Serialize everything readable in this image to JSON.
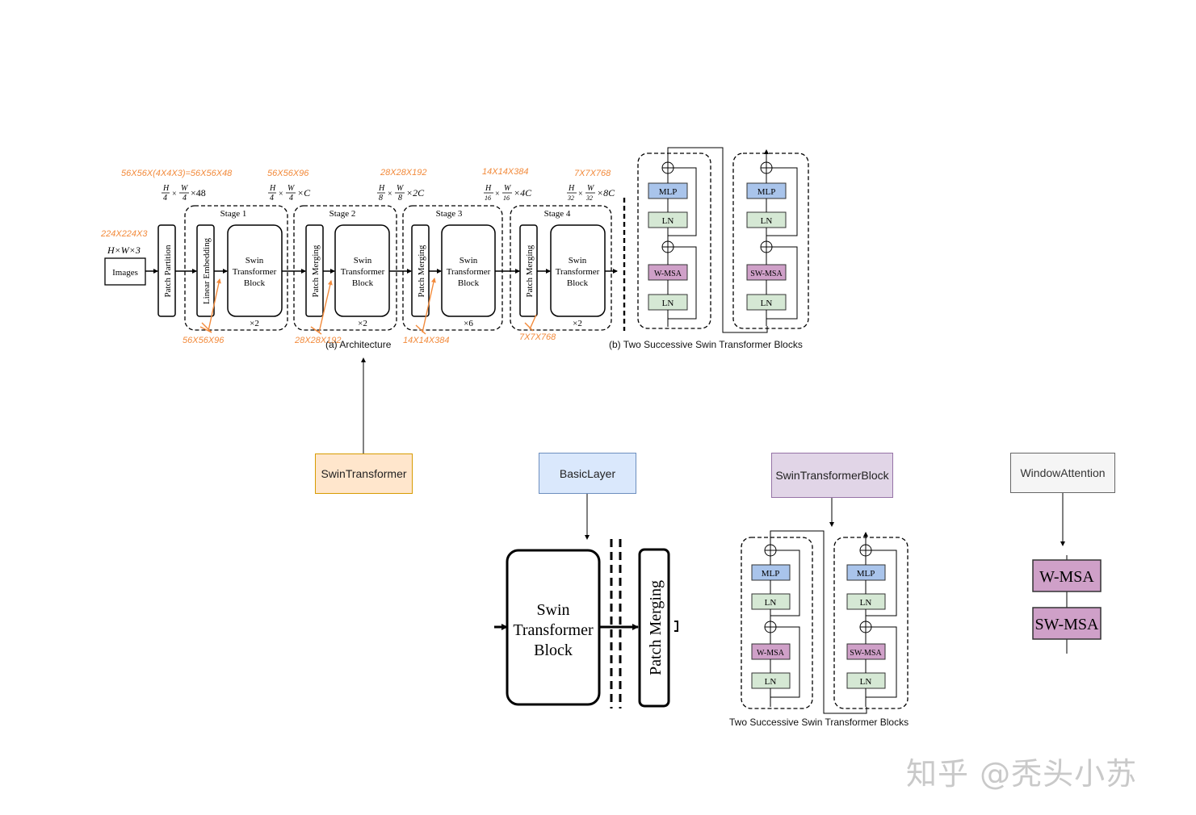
{
  "architecture": {
    "caption": "(a) Architecture",
    "input_shape_orange": "224X224X3",
    "input_shape": "H×W×3",
    "images_label": "Images",
    "patch_partition_label": "Patch Partition",
    "linear_embedding_label": "Linear Embedding",
    "patch_merging_label": "Patch Merging",
    "block_label": [
      "Swin",
      "Transformer",
      "Block"
    ],
    "stages": [
      {
        "name": "Stage 1",
        "repeat": "×2",
        "shape_orange": "56X56X(4X4X3)=56X56X48",
        "shape_top": "56X56X96",
        "shape_bottom": "56X56X96"
      },
      {
        "name": "Stage 2",
        "repeat": "×2",
        "shape_orange": "56X56X96",
        "shape_bottom": "28X28X192"
      },
      {
        "name": "Stage 3",
        "repeat": "×6",
        "shape_orange": "28X28X192",
        "shape_bottom": "14X14X384"
      },
      {
        "name": "Stage 4",
        "repeat": "×2",
        "shape_orange": "14X14X384",
        "shape_bottom": "7X7X768"
      }
    ],
    "top_orange": [
      "56X56X(4X4X3)=56X56X48",
      "56X56X96",
      "28X28X192",
      "14X14X384",
      "7X7X768"
    ],
    "dims": [
      "H/4 × W/4 ×48",
      "H/4 × W/4 ×C",
      "H/8 × W/8 ×2C",
      "H/16 × W/16 ×4C",
      "H/32 × W/32 ×8C"
    ],
    "dim_parts": [
      {
        "a": "H",
        "b": "4",
        "c": "W",
        "d": "4",
        "tail": "×48"
      },
      {
        "a": "H",
        "b": "4",
        "c": "W",
        "d": "4",
        "tail": "×C"
      },
      {
        "a": "H",
        "b": "8",
        "c": "W",
        "d": "8",
        "tail": "×2C"
      },
      {
        "a": "H",
        "b": "16",
        "c": "W",
        "d": "16",
        "tail": "×4C"
      },
      {
        "a": "H",
        "b": "32",
        "c": "W",
        "d": "32",
        "tail": "×8C"
      }
    ]
  },
  "blocks_panel": {
    "caption": "(b) Two Successive Swin Transformer Blocks",
    "mlp": "MLP",
    "ln": "LN",
    "wmsa": "W-MSA",
    "swmsa": "SW-MSA"
  },
  "class_boxes": [
    {
      "label": "SwinTransformer",
      "fill": "#ffe6cc",
      "stroke": "#d79b00"
    },
    {
      "label": "BasicLayer",
      "fill": "#dae8fc",
      "stroke": "#6c8ebf"
    },
    {
      "label": "SwinTransformerBlock",
      "fill": "#e1d5e7",
      "stroke": "#9673a6"
    },
    {
      "label": "WindowAttention",
      "fill": "#f5f5f5",
      "stroke": "#666666"
    }
  ],
  "basic_layer_detail": {
    "block_label": [
      "Swin",
      "Transformer",
      "Block"
    ],
    "merging_label": "Patch Merging"
  },
  "block_detail_caption": "Two Successive Swin Transformer Blocks",
  "attention_detail": {
    "wmsa": "W-MSA",
    "swmsa": "SW-MSA"
  },
  "colors": {
    "orange": "#f28a3b",
    "mlp": "#a9c4eb",
    "ln": "#d5e8d4",
    "msa": "#cfa0c8"
  },
  "watermark": "知乎 @秃头小苏"
}
